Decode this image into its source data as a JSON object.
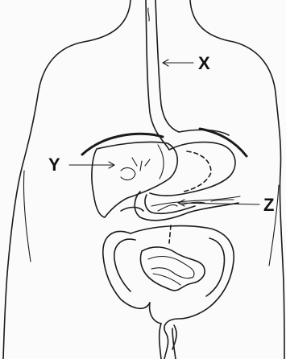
{
  "labels": {
    "x": "X",
    "y": "Y",
    "z": "Z"
  },
  "parts": {
    "x": "oesophagus",
    "y": "liver",
    "z": "pancreas"
  },
  "colors": {
    "ink": "#1b1b1b",
    "background": "#fbfbfb"
  }
}
